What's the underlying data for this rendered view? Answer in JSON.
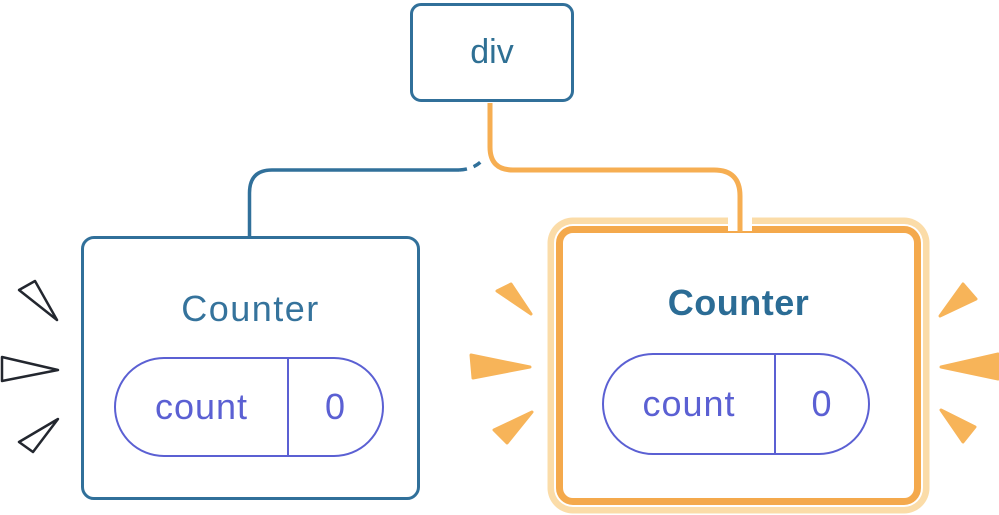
{
  "tree": {
    "root": {
      "label": "div"
    },
    "children": [
      {
        "title": "Counter",
        "state_key": "count",
        "state_value": "0",
        "variant": "default-blue",
        "sparkles": "white-outlined-burst"
      },
      {
        "title": "Counter",
        "state_key": "count",
        "state_value": "0",
        "variant": "highlighted-orange",
        "sparkles": "orange-burst-both-sides"
      }
    ]
  },
  "icons": {
    "left_burst": "burst-sparkle-white",
    "right_burst_inner": "burst-sparkle-orange",
    "right_burst_outer": "burst-sparkle-orange"
  },
  "colors": {
    "node_border_blue": "#31709A",
    "node_text_blue": "#35739C",
    "bold_title_blue": "#2B6C95",
    "state_purple": "#5B60D3",
    "highlight_orange": "#F4A94C",
    "highlight_halo": "#FBDCA8",
    "connector_orange": "#F6AE52",
    "sparkle_orange": "#F7B459",
    "sparkle_white": "#FFFFFF",
    "sparkle_outline": "#23272F",
    "background": "#FFFFFF"
  }
}
